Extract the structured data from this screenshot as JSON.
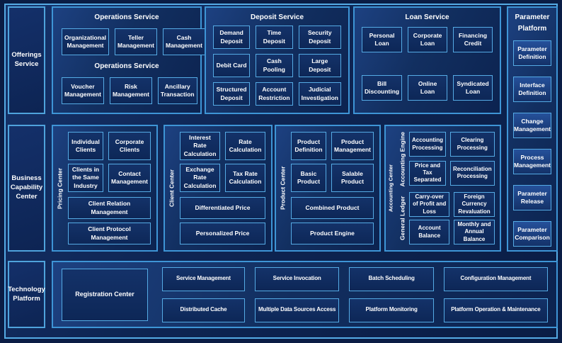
{
  "colors": {
    "background": "#0A1D45",
    "frame_border": "#55ABE5",
    "panel_border": "#3E95D6",
    "box_border": "#55ABE5",
    "text": "#FFFFFF"
  },
  "left_column": {
    "offerings": "Offerings Service",
    "business_capability": "Business Capability Center",
    "technology": "Technology Platform"
  },
  "operations": {
    "title": "Operations Service",
    "mid_label": "Operations Service",
    "boxes_top": [
      "Organizational Management",
      "Teller Management",
      "Cash Management"
    ],
    "boxes_bottom": [
      "Voucher Management",
      "Risk Management",
      "Ancillary Transaction"
    ]
  },
  "deposit": {
    "title": "Deposit Service",
    "boxes": [
      "Demand Deposit",
      "Time Deposit",
      "Security Deposit",
      "Debit Card",
      "Cash Pooling",
      "Large Deposit",
      "Structured Deposit",
      "Account Restriction",
      "Judicial Investigation"
    ]
  },
  "loan": {
    "title": "Loan Service",
    "boxes": [
      "Personal Loan",
      "Corporate Loan",
      "Financing Credit",
      "Bill Discounting",
      "Online Loan",
      "Syndicated Loan"
    ]
  },
  "parameter": {
    "title": "Parameter Platform",
    "boxes": [
      "Parameter Definition",
      "Interface Definition",
      "Change Management",
      "Process Management",
      "Parameter Release",
      "Parameter Comparison"
    ]
  },
  "pricing": {
    "vertical_label": "Pricing Center",
    "small_boxes": [
      "Individual Clients",
      "Corporate Clients",
      "Clients in the Same Industry",
      "Contact Management"
    ],
    "wide_boxes": [
      "Client Relation Management",
      "Client Protocol Management"
    ]
  },
  "client": {
    "vertical_label": "Client Center",
    "small_boxes": [
      "Interest Rate Calculation",
      "Rate Calculation",
      "Exchange Rate Calculation",
      "Tax Rate Calculation"
    ],
    "wide_boxes": [
      "Differentiated Price",
      "Personalized Price"
    ]
  },
  "product": {
    "vertical_label": "Product Center",
    "small_boxes": [
      "Product Definition",
      "Product Management",
      "Basic Product",
      "Salable Product"
    ],
    "wide_boxes": [
      "Combined Product",
      "Product Engine"
    ]
  },
  "accounting": {
    "vertical_label": "Accounting Center",
    "engine": {
      "vertical_label": "Accounting Engine",
      "boxes": [
        "Accounting Processing",
        "Clearing Processing",
        "Price and Tax Separated",
        "Reconciliation Processing"
      ]
    },
    "ledger": {
      "vertical_label": "General Ledger",
      "boxes": [
        "Carry-over of Profit and Loss",
        "Foreign Currency Revaluation",
        "Account Balance",
        "Monthly and Annual Balance"
      ]
    }
  },
  "technology": {
    "registration": "Registration Center",
    "row_top": [
      "Service Management",
      "Service Invocation",
      "Batch Scheduling",
      "Configuration Management"
    ],
    "row_bottom": [
      "Distributed Cache",
      "Multiple Data Sources Access",
      "Platform Monitoring",
      "Platform Operation & Maintenance"
    ]
  }
}
